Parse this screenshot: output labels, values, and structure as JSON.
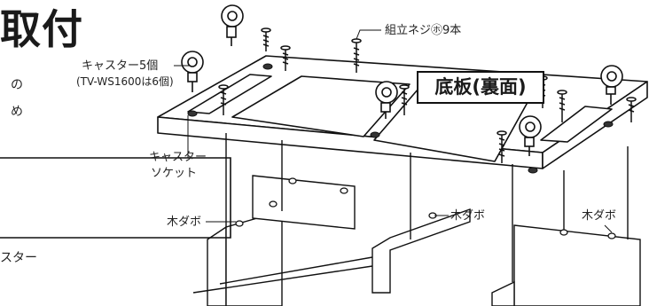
{
  "heading": "取付",
  "left_fragments": [
    "の",
    "め",
    "スター"
  ],
  "labels": {
    "screws": "組立ネジ㋭9本",
    "casters": "キャスター5個",
    "casters_note": "(TV-WS1600は6個)",
    "bottom_board": "底板(裏面)",
    "socket_line1": "キャスター",
    "socket_line2": "ソケット",
    "dowel_left": "木ダボ",
    "dowel_center": "木ダボ",
    "dowel_right": "木ダボ"
  },
  "icons": [
    "caster-icon",
    "screw-icon",
    "socket-icon",
    "dowel-icon"
  ]
}
